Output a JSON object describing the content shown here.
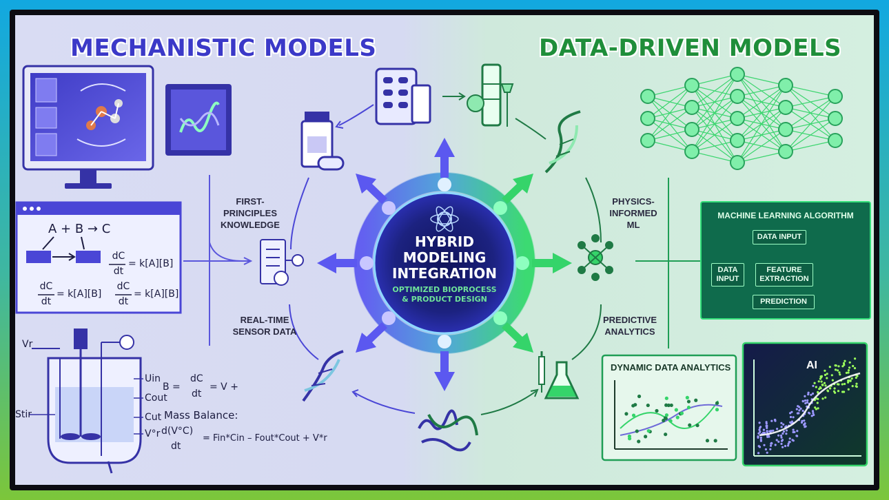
{
  "titles": {
    "left": "MECHANISTIC MODELS",
    "right": "DATA-DRIVEN MODELS"
  },
  "hub": {
    "line1": "HYBRID",
    "line2": "MODELING",
    "line3": "INTEGRATION",
    "sub1": "OPTIMIZED BIOPROCESS",
    "sub2": "& PRODUCT DESIGN"
  },
  "labels": {
    "first_principles_1": "FIRST-PRINCIPLES",
    "first_principles_2": "KNOWLEDGE",
    "realtime_1": "REAL-TIME",
    "realtime_2": "SENSOR DATA",
    "physics_1": "PHYSICS-",
    "physics_2": "INFORMED ML",
    "predictive_1": "PREDICTIVE",
    "predictive_2": "ANALYTICS"
  },
  "equations": {
    "reaction": "A + B → C",
    "rate_num": "dC",
    "rate_den": "dt",
    "rate_rhs": "= k[A][B]",
    "balance_lhs": "B =",
    "balance_rhs": "= V +",
    "mass_balance_title": "Mass Balance:",
    "mass_balance_lhs": "d(V°C)",
    "mass_balance_den": "dt",
    "mass_balance_rhs": "= Fin*Cin – Fout*Cout + V*r"
  },
  "reactor": {
    "vr": "Vr",
    "stir": "Stir",
    "uin": "Uin",
    "cout": "Cout",
    "cut": "Cut",
    "vr2": "V°r"
  },
  "ml_algorithm": {
    "title": "MACHINE LEARNING ALGORITHM",
    "data_input_top": "DATA INPUT",
    "data_input_left": "DATA INPUT",
    "feature_extraction": "FEATURE EXTRACTION",
    "prediction": "PREDICTION"
  },
  "panels": {
    "dynamic": "DYNAMIC DATA ANALYTICS",
    "ai": "AI"
  },
  "colors": {
    "mech_accent": "#4a46d6",
    "data_accent": "#22c55e",
    "hub_blue": "#2b2f9e",
    "hub_green": "#1f7a45"
  }
}
